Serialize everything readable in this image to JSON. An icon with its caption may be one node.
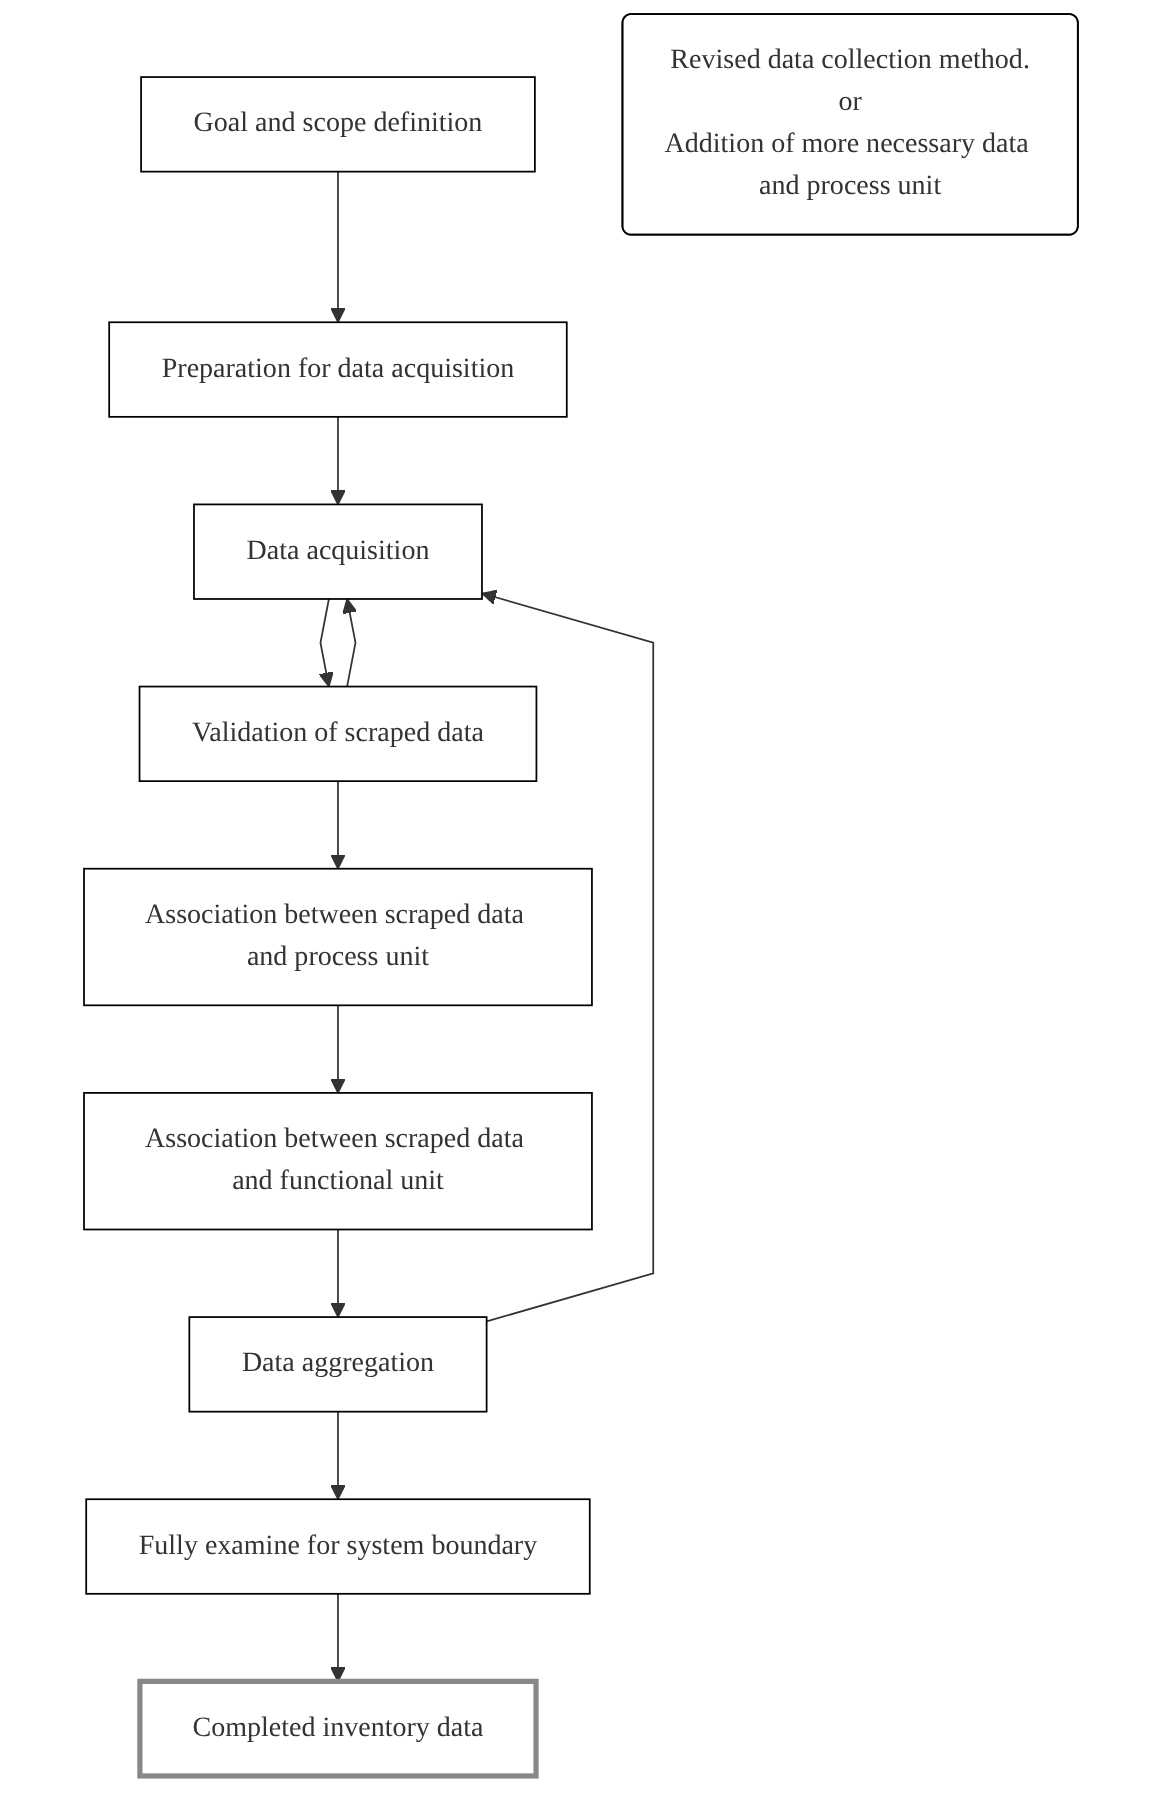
{
  "diagram": {
    "nodes": [
      {
        "text": [
          "Goal and scope definition"
        ]
      },
      {
        "text": [
          "Preparation for data acquisition"
        ]
      },
      {
        "text": [
          "Data acquisition"
        ]
      },
      {
        "text": [
          "Validation of scraped data"
        ]
      },
      {
        "text": [
          "Association between scraped data and process unit"
        ]
      },
      {
        "text": [
          "Association between scraped data and functional unit"
        ]
      },
      {
        "text": [
          "Data aggregation"
        ]
      },
      {
        "text": [
          "Fully examine for system boundary"
        ]
      },
      {
        "text": [
          "Completed inventory data"
        ]
      },
      {
        "text": [
          "Revised data collection method.",
          "or",
          "Addition of more necessary data and process unit"
        ]
      }
    ],
    "edges": [
      {
        "from": 0,
        "to": 1,
        "arrow": "to"
      },
      {
        "from": 1,
        "to": 2,
        "arrow": "to"
      },
      {
        "from": 2,
        "to": 3,
        "arrow": "to"
      },
      {
        "from": 3,
        "to": 4,
        "arrow": "to"
      },
      {
        "from": 4,
        "to": 5,
        "arrow": "to"
      },
      {
        "from": 5,
        "to": 6,
        "arrow": "to"
      },
      {
        "from": 6,
        "to": 7,
        "arrow": "to"
      },
      {
        "from": 7,
        "to": 8,
        "arrow": "to"
      },
      {
        "from": 3,
        "to": 2,
        "arrow": "to"
      },
      {
        "from": 6,
        "to": 2,
        "arrow": "to"
      }
    ]
  }
}
